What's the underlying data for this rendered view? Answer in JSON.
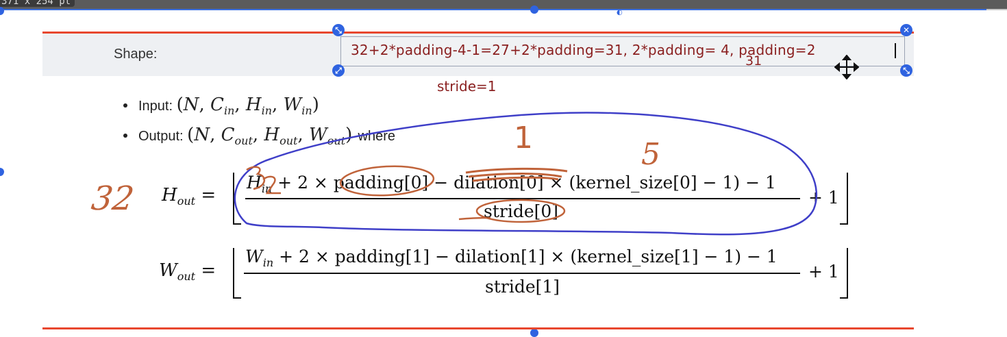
{
  "toolbar": {
    "size_label": "371 x 254  pt"
  },
  "section": {
    "shape_label": "Shape:"
  },
  "textbox": {
    "value": "32+2*padding-4-1=27+2*padding=31, 2*padding= 4, padding=2",
    "overlap_note": "31",
    "stride_note": "stride=1"
  },
  "bullets": {
    "input_label": "Input:",
    "input_math": [
      "N",
      "C",
      "in",
      "H",
      "in",
      "W",
      "in"
    ],
    "output_label": "Output:",
    "output_suffix": "where",
    "output_math": [
      "N",
      "C",
      "out",
      "H",
      "out",
      "W",
      "out"
    ]
  },
  "formulas": {
    "h_lhs": "H",
    "h_lhs_sub": "out",
    "h_num": "H",
    "h_num_sub": "in",
    "h_num_rest": " + 2 × padding[0] − dilation[0] × (kernel_size[0] − 1) − 1",
    "h_den": "stride[0]",
    "h_tail": "+ 1",
    "w_lhs": "W",
    "w_lhs_sub": "out",
    "w_num": "W",
    "w_num_sub": "in",
    "w_num_rest": " + 2 × padding[1] − dilation[1] × (kernel_size[1] − 1) − 1",
    "w_den": "stride[1]",
    "w_tail": "+ 1"
  },
  "handwriting": {
    "left_number": "32",
    "over_input": "32",
    "above_dilation": "1",
    "above_kernel": "5"
  },
  "colors": {
    "accent_red": "#e8472e",
    "selection_blue": "#2f63e0",
    "ink_brown": "#c0633a",
    "ink_blue": "#3f3fc8",
    "note_text": "#8a1f1f"
  },
  "icons": {
    "close": "close-icon",
    "resize": "resize-handle-icon",
    "move": "move-cursor-icon"
  }
}
